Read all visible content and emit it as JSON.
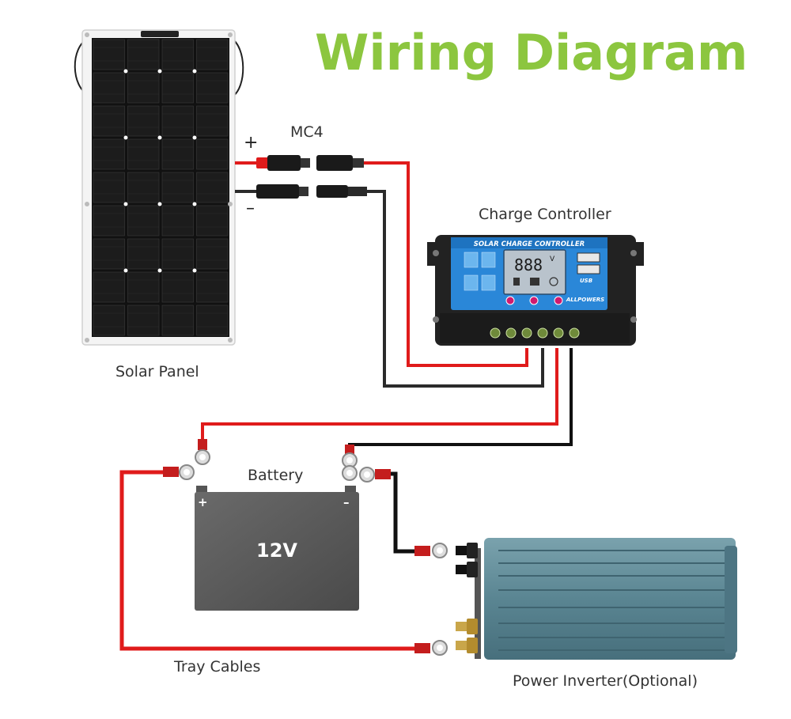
{
  "title": "Wiring Diagram",
  "labels": {
    "solar_panel": "Solar Panel",
    "mc4": "MC4",
    "plus": "+",
    "minus": "–",
    "charge_controller": "Charge Controller",
    "battery": "Battery",
    "battery_voltage": "12V",
    "tray_cables": "Tray Cables",
    "power_inverter": "Power Inverter(Optional)"
  },
  "controller": {
    "heading": "SOLAR CHARGE CONTROLLER",
    "display_digits": "888",
    "display_unit": "V",
    "brand": "ALLPOWERS",
    "usb_label": "USB"
  },
  "colors": {
    "title": "#8cc63f",
    "positive_wire": "#e01b1b",
    "negative_wire": "#2b2b2b",
    "battery_body": "#5c5c5c",
    "controller_panel": "#2a87d8",
    "inverter_body": "#5f8a98"
  }
}
